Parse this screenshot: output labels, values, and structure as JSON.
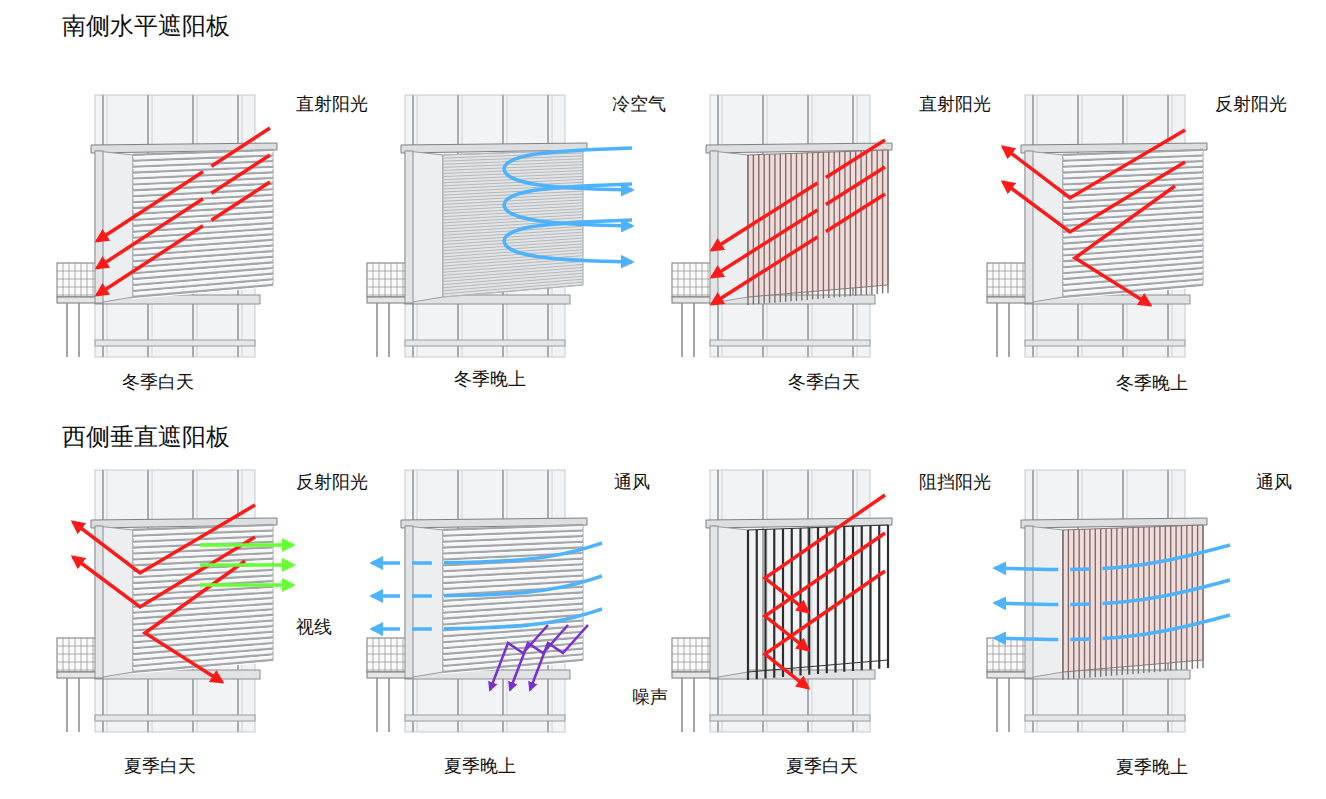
{
  "diagram": {
    "labels": [
      "南侧水平遮阳板",
      "直射阳光",
      "冷空气",
      "直射阳光",
      "反射阳光",
      "冬季白天",
      "冬季晚上",
      "冬季白天",
      "冬季晚上",
      "西侧垂直遮阳板",
      "反射阳光",
      "通风",
      "阻挡阳光",
      "通风",
      "视线",
      "噪声",
      "夏季白天",
      "夏季晚上",
      "夏季白天",
      "夏季晚上"
    ]
  }
}
